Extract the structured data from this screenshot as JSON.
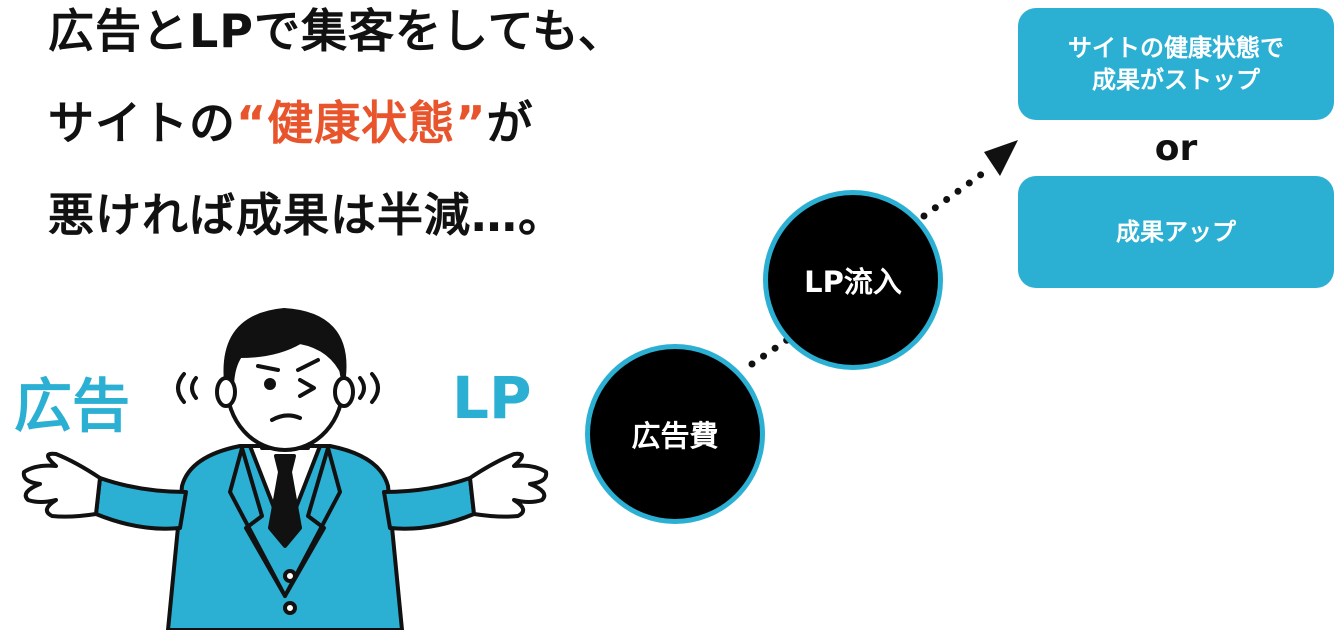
{
  "headline": {
    "line1": "広告とLPで集客をしても、",
    "line2_before": "サイトの",
    "line2_emphasis": "“健康状態”",
    "line2_after": "が",
    "line3": "悪ければ成果は半減…。"
  },
  "labels": {
    "ad": "広告",
    "lp": "LP"
  },
  "flow": {
    "step1": "広告費",
    "step2": "LP流入",
    "outcome_stop_line1": "サイトの健康状態で",
    "outcome_stop_line2": "成果がストップ",
    "or": "or",
    "outcome_up": "成果アップ"
  },
  "colors": {
    "accent_blue": "#2bb0d4",
    "emphasis_orange": "#e8542c",
    "circle_fill": "#000000"
  }
}
